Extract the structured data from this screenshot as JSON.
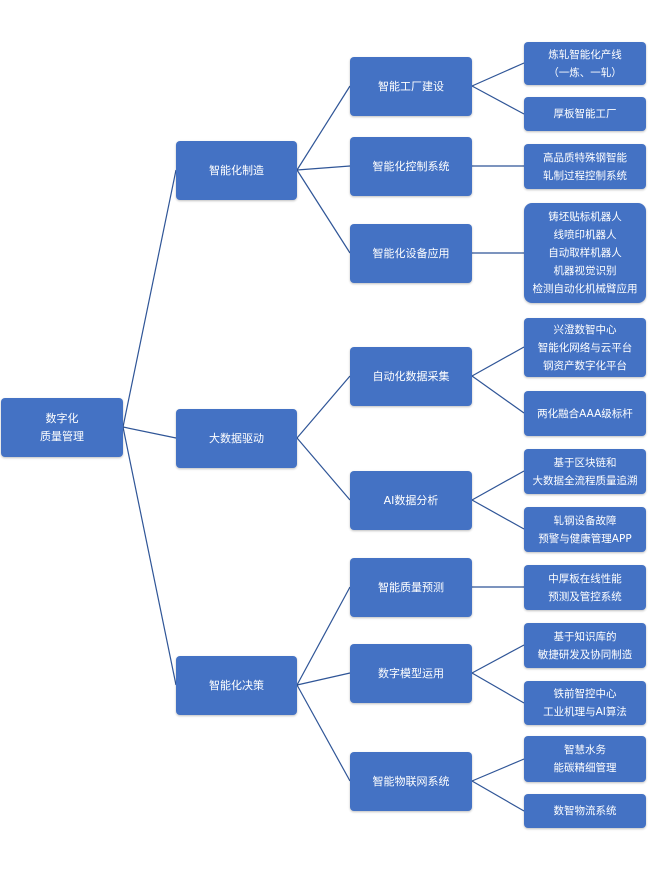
{
  "root": [
    "数字化",
    "质量管理"
  ],
  "level1": [
    {
      "id": "mfg",
      "lines": [
        "智能化制造"
      ]
    },
    {
      "id": "data",
      "lines": [
        "大数据驱动"
      ]
    },
    {
      "id": "decision",
      "lines": [
        "智能化决策"
      ]
    }
  ],
  "level2": [
    {
      "id": "factory",
      "parent": "mfg",
      "lines": [
        "智能工厂建设"
      ]
    },
    {
      "id": "control",
      "parent": "mfg",
      "lines": [
        "智能化控制系统"
      ]
    },
    {
      "id": "equipment",
      "parent": "mfg",
      "lines": [
        "智能化设备应用"
      ]
    },
    {
      "id": "collect",
      "parent": "data",
      "lines": [
        "自动化数据采集"
      ]
    },
    {
      "id": "ai",
      "parent": "data",
      "lines": [
        "AI数据分析"
      ]
    },
    {
      "id": "predict",
      "parent": "decision",
      "lines": [
        "智能质量预测"
      ]
    },
    {
      "id": "model",
      "parent": "decision",
      "lines": [
        "数字模型运用"
      ]
    },
    {
      "id": "iot",
      "parent": "decision",
      "lines": [
        "智能物联网系统"
      ]
    }
  ],
  "level3": [
    {
      "parent": "factory",
      "lines": [
        "炼轧智能化产线",
        "（一炼、一轧）"
      ]
    },
    {
      "parent": "factory",
      "lines": [
        "厚板智能工厂"
      ]
    },
    {
      "parent": "control",
      "lines": [
        "高品质特殊钢智能",
        "轧制过程控制系统"
      ]
    },
    {
      "parent": "equipment",
      "lines": [
        "铸坯贴标机器人",
        "线喷印机器人",
        "自动取样机器人",
        "机器视觉识别",
        "检测自动化机械臂应用"
      ]
    },
    {
      "parent": "collect",
      "lines": [
        "兴澄数智中心",
        "智能化网络与云平台",
        "钢资产数字化平台"
      ]
    },
    {
      "parent": "collect",
      "lines": [
        "两化融合AAA级标杆"
      ]
    },
    {
      "parent": "ai",
      "lines": [
        "基于区块链和",
        "大数据全流程质量追溯"
      ]
    },
    {
      "parent": "ai",
      "lines": [
        "轧钢设备故障",
        "预警与健康管理APP"
      ]
    },
    {
      "parent": "predict",
      "lines": [
        "中厚板在线性能",
        "预测及管控系统"
      ]
    },
    {
      "parent": "model",
      "lines": [
        "基于知识库的",
        "敏捷研发及协同制造"
      ]
    },
    {
      "parent": "model",
      "lines": [
        "铁前智控中心",
        "工业机理与AI算法"
      ]
    },
    {
      "parent": "iot",
      "lines": [
        "智慧水务",
        "能碳精细管理"
      ]
    },
    {
      "parent": "iot",
      "lines": [
        "数智物流系统"
      ]
    }
  ],
  "colors": {
    "box": "#4472c4",
    "text": "#ffffff",
    "line": "#2f5597"
  }
}
